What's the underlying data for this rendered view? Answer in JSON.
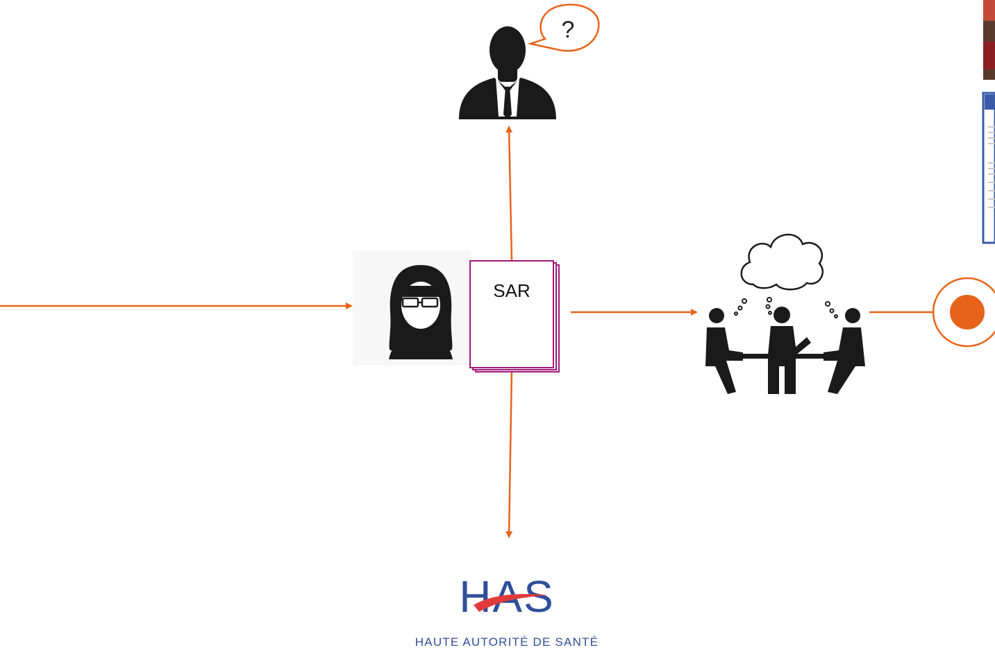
{
  "speech_bubble": {
    "text": "?"
  },
  "document": {
    "label": "SAR"
  },
  "logo": {
    "acronym": "HAS",
    "full_name": "HAUTE AUTORITÉ DE SANTÉ",
    "primary_color": "#2f4f9a",
    "accent_color": "#e03a3e"
  },
  "colors": {
    "arrow": "#e8631a",
    "document_border": "#a0187a",
    "silhouette": "#1a1a1a"
  }
}
